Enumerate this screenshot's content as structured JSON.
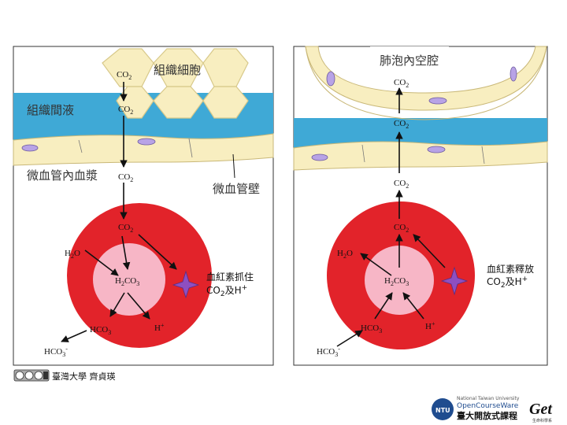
{
  "left_panel": {
    "tissue_cell_label": "組織細胞",
    "interstitial_fluid_label": "組織間液",
    "capillary_plasma_label": "微血管內血漿",
    "capillary_wall_label": "微血管壁",
    "co2": "CO",
    "co2_sub": "2",
    "h2o": "H",
    "h2o_sub": "2",
    "h2o_tail": "O",
    "h2co3": "H",
    "h2co3_sub": "2",
    "h2co3_tail": "CO",
    "h2co3_sub2": "3",
    "hco3_inner": "HCO",
    "hco3_inner_sub": "3",
    "hco3_outer": "HCO",
    "hco3_outer_sub": "3",
    "hco3_charge": "-",
    "h_plus": "H",
    "h_plus_charge": "+",
    "hemoglobin_note_line1": "血紅素抓住",
    "hemoglobin_note_line2": "CO",
    "hemoglobin_note_sub": "2",
    "hemoglobin_note_tail": "及H",
    "hemoglobin_note_charge": "+"
  },
  "right_panel": {
    "alveolus_label": "肺泡內空腔",
    "co2": "CO",
    "co2_sub": "2",
    "h2o": "H",
    "h2o_sub": "2",
    "h2o_tail": "O",
    "h2co3": "H",
    "h2co3_sub": "2",
    "h2co3_tail": "CO",
    "h2co3_sub2": "3",
    "hco3_inner": "HCO",
    "hco3_inner_sub": "3",
    "hco3_outer": "HCO",
    "hco3_outer_sub": "3",
    "hco3_charge": "-",
    "h_plus": "H",
    "h_plus_charge": "+",
    "hemoglobin_note_line1": "血紅素釋放",
    "hemoglobin_note_line2": "CO",
    "hemoglobin_note_sub": "2",
    "hemoglobin_note_tail": "及H",
    "hemoglobin_note_charge": "+"
  },
  "footer": {
    "license_text": "臺灣大學 齊貞瑛",
    "logo_line1": "National Taiwan University",
    "logo_line2": "OpenCourseWare",
    "logo_line3": "臺大開放式課程",
    "logo_brand": "Get",
    "logo_brand_sub": "生命科學系",
    "ntu": "NTU"
  },
  "colors": {
    "fluid_blue": "#3fa9d6",
    "cell_beige": "#f8eec0",
    "cell_border": "#d8c98a",
    "nucleus_purple": "#b8a3e6",
    "rbc_red": "#e2232a",
    "rbc_inner_pink": "#f7b6c6",
    "star_purple": "#8e4fc0"
  }
}
